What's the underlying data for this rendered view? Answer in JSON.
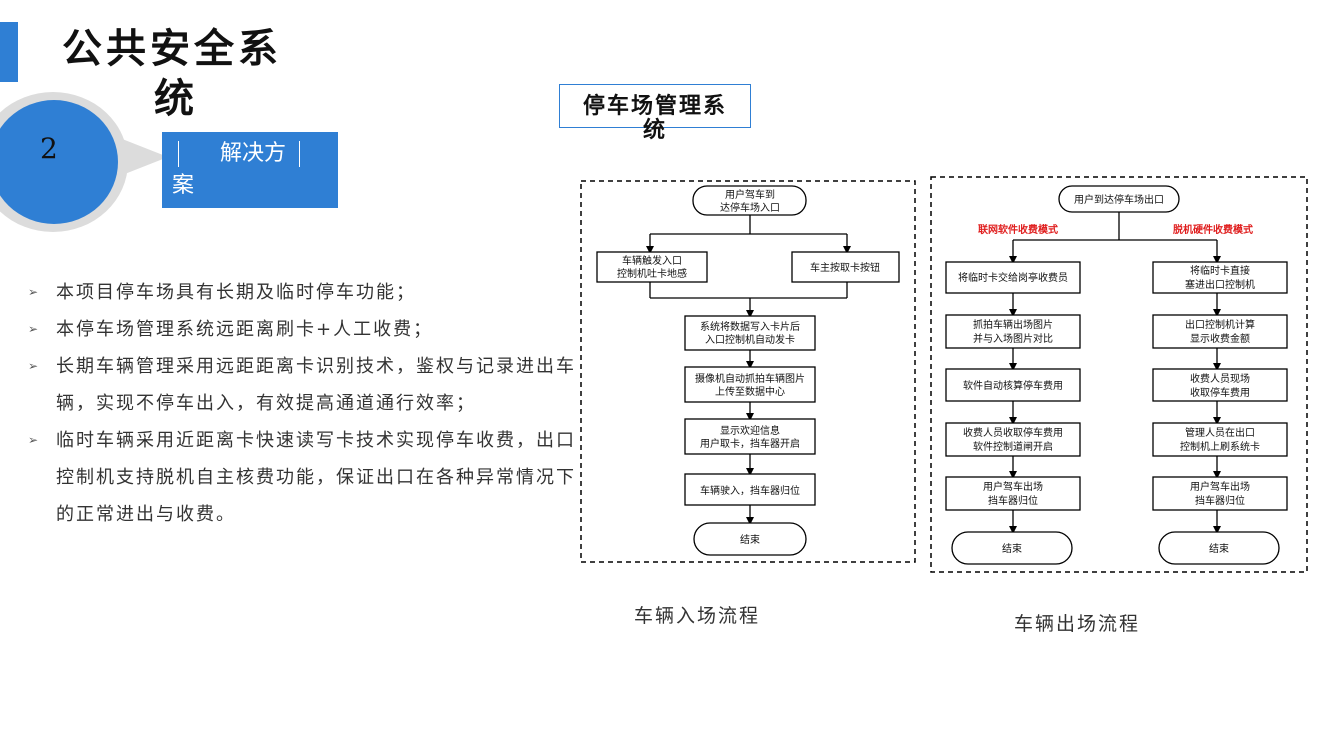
{
  "header": {
    "title_line1": "公共安全系",
    "title_line2": "统",
    "section_number": "2",
    "section_title_line1": "解决方",
    "section_title_line2": "案"
  },
  "bullets": [
    "本项目停车场具有长期及临时停车功能；",
    "本停车场管理系统远距离刷卡+人工收费；",
    "长期车辆管理采用远距距离卡识别技术，鉴权与记录进出车辆，实现不停车出入，有效提高通道通行效率；",
    "临时车辆采用近距离卡快速读写卡技术实现停车收费，出口控制机支持脱机自主核费功能，保证出口在各种异常情况下的正常进出与收费。"
  ],
  "diagram": {
    "title_line1": "停车场管理系",
    "title_line2": "统",
    "entry_caption": "车辆入场流程",
    "exit_caption": "车辆出场流程",
    "entry": {
      "start_l1": "用户驾车到",
      "start_l2": "达停车场入口",
      "left_l1": "车辆触发入口",
      "left_l2": "控制机吐卡地感",
      "right": "车主按取卡按钮",
      "s1_l1": "系统将数据写入卡片后",
      "s1_l2": "入口控制机自动发卡",
      "s2_l1": "摄像机自动抓拍车辆图片",
      "s2_l2": "上传至数据中心",
      "s3_l1": "显示欢迎信息",
      "s3_l2": "用户取卡，挡车器开启",
      "s4": "车辆驶入，挡车器归位",
      "end": "结束"
    },
    "exit": {
      "start": "用户到达停车场出口",
      "mode_left": "联网软件收费模式",
      "mode_right": "脱机硬件收费模式",
      "mode_color": "#e02020",
      "left_steps": [
        {
          "l1": "将临时卡交给岗亭收费员",
          "l2": ""
        },
        {
          "l1": "抓拍车辆出场图片",
          "l2": "并与入场图片对比"
        },
        {
          "l1": "软件自动核算停车费用",
          "l2": ""
        },
        {
          "l1": "收费人员收取停车费用",
          "l2": "软件控制道闸开启"
        },
        {
          "l1": "用户驾车出场",
          "l2": "挡车器归位"
        }
      ],
      "right_steps": [
        {
          "l1": "将临时卡直接",
          "l2": "塞进出口控制机"
        },
        {
          "l1": "出口控制机计算",
          "l2": "显示收费金额"
        },
        {
          "l1": "收费人员现场",
          "l2": "收取停车费用"
        },
        {
          "l1": "管理人员在出口",
          "l2": "控制机上刷系统卡"
        },
        {
          "l1": "用户驾车出场",
          "l2": "挡车器归位"
        }
      ],
      "end_left": "结束",
      "end_right": "结束"
    }
  },
  "colors": {
    "accent": "#2f7fd4",
    "badge_ring": "#dcdcdc"
  }
}
